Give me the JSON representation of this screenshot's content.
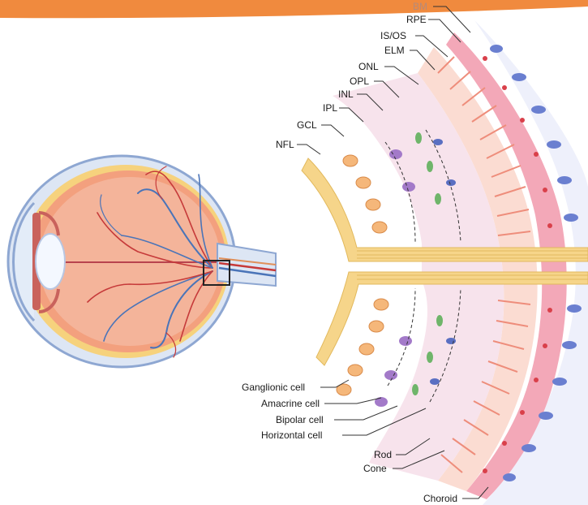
{
  "colors": {
    "frame_orange": "#f08a3e",
    "eye_orange": "#f2a37f",
    "retina_pink": "#f4b3a7",
    "sclera_blue": "#9fb7dd",
    "vessel_red": "#c63a3a",
    "vessel_blue": "#4a74b8",
    "nerve_yellow": "#f6d58a",
    "ganglion_orange": "#f5b77a",
    "bipolar_green": "#6fb56a",
    "amacrine_purple": "#a37ac9",
    "horizontal_blue": "#5a6fc2",
    "rod_salmon": "#ee8d7b",
    "rpe_pink": "#f3a8b8",
    "choroid_blue": "#6a7fd0"
  },
  "layer_labels": [
    "BM",
    "RPE",
    "IS/OS",
    "ELM",
    "ONL",
    "OPL",
    "INL",
    "IPL",
    "GCL",
    "NFL"
  ],
  "cell_labels": [
    "Ganglionic cell",
    "Amacrine cell",
    "Bipolar cell",
    "Horizontal cell",
    "Rod",
    "Cone",
    "Choroid"
  ]
}
